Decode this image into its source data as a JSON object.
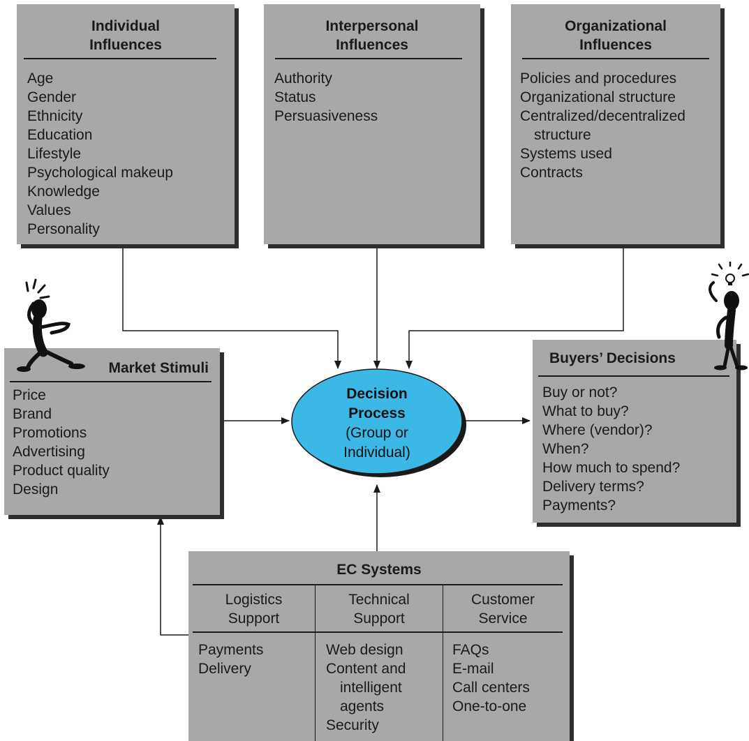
{
  "individual": {
    "title_line1": "Individual",
    "title_line2": "Influences",
    "items": [
      "Age",
      "Gender",
      "Ethnicity",
      "Education",
      "Lifestyle",
      "Psychological makeup",
      "Knowledge",
      "Values",
      "Personality"
    ]
  },
  "interpersonal": {
    "title_line1": "Interpersonal",
    "title_line2": "Influences",
    "items": [
      "Authority",
      "Status",
      "Persuasiveness"
    ]
  },
  "organizational": {
    "title_line1": "Organizational",
    "title_line2": "Influences",
    "items": [
      "Policies and procedures",
      "Organizational structure",
      "Centralized/decentralized",
      "structure",
      "Systems used",
      "Contracts"
    ]
  },
  "market": {
    "title": "Market Stimuli",
    "items": [
      "Price",
      "Brand",
      "Promotions",
      "Advertising",
      "Product quality",
      "Design"
    ]
  },
  "buyers": {
    "title": "Buyers’ Decisions",
    "items": [
      "Buy or not?",
      "What to buy?",
      "Where (vendor)?",
      "When?",
      "How much to spend?",
      "Delivery terms?",
      "Payments?"
    ]
  },
  "decision": {
    "line1": "Decision",
    "line2": "Process",
    "line3": "(Group or",
    "line4": "Individual)",
    "fill_color": "#3bb8e6"
  },
  "ec": {
    "title": "EC Systems",
    "columns": [
      {
        "head1": "Logistics",
        "head2": "Support",
        "items": [
          "Payments",
          "Delivery"
        ]
      },
      {
        "head1": "Technical",
        "head2": "Support",
        "items": [
          "Web design",
          "Content and",
          "intelligent",
          "agents",
          "Security"
        ]
      },
      {
        "head1": "Customer",
        "head2": "Service",
        "items": [
          "FAQs",
          "E-mail",
          "Call centers",
          "One-to-one"
        ]
      }
    ]
  },
  "colors": {
    "box_fill": "#a8a8a8",
    "box_shadow": "#2e2e2e",
    "ellipse_fill": "#3bb8e6"
  }
}
